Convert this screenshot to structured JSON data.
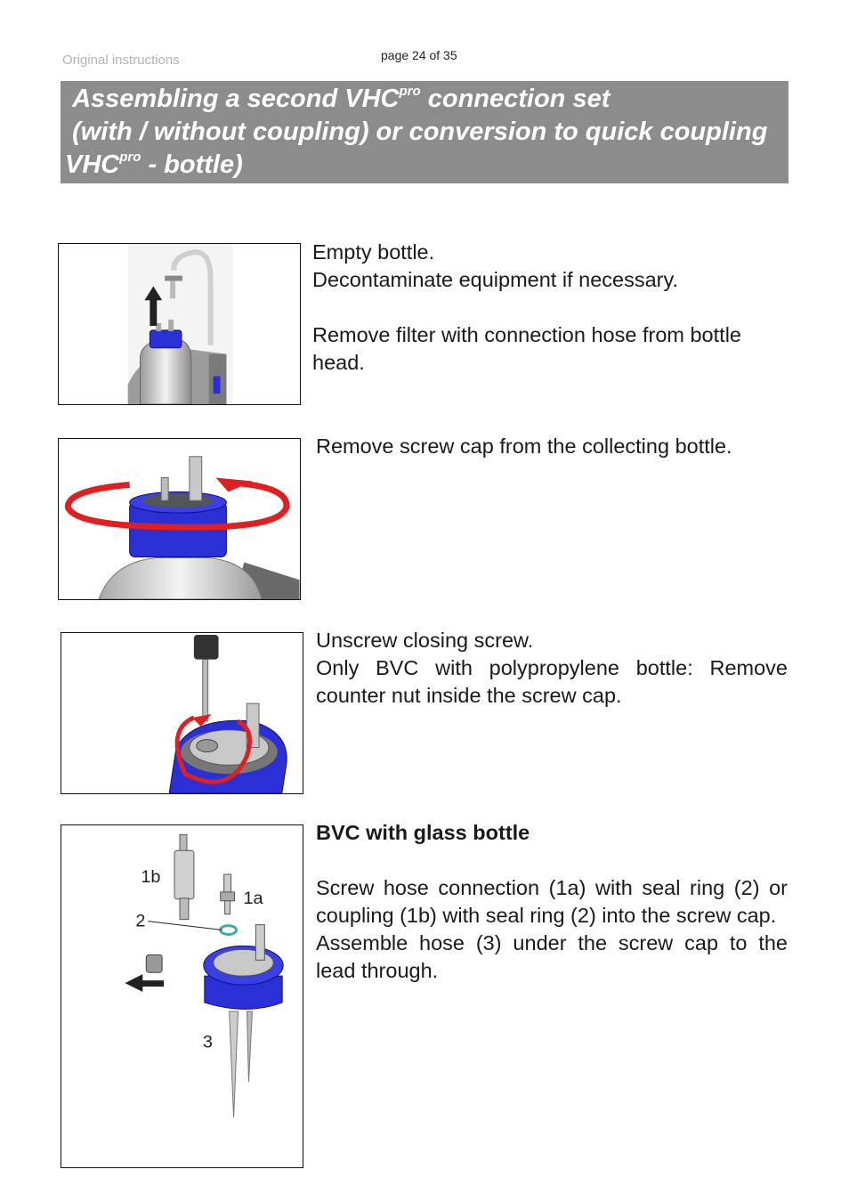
{
  "header": {
    "left_label": "Original instructions",
    "page_label": "page 24 of 35"
  },
  "title": {
    "line1_a": "Assembling a second VHC",
    "line1_sup": "pro",
    "line1_b": " connection set",
    "line2": "(with / without coupling) or conversion to quick coupling",
    "line3_a": "VHC",
    "line3_sup": "pro",
    "line3_b": " - bottle)"
  },
  "steps": [
    {
      "lines": [
        "Empty bottle.",
        "Decontaminate equipment if necessary."
      ],
      "para2": "Remove filter with connection hose from bottle head."
    },
    {
      "text": "Remove screw cap from the collecting bottle."
    },
    {
      "line1": "Unscrew closing screw.",
      "para": "Only BVC with polypropylene bottle: Remove counter nut inside the screw cap."
    },
    {
      "heading": "BVC with glass bottle",
      "para1": "Screw hose connection (1a) with seal ring (2) or coupling (1b) with seal ring (2) into the screw cap.",
      "para2": "Assemble hose (3) under the screw cap to the lead through.",
      "callouts": {
        "c1b": "1b",
        "c1a": "1a",
        "c2": "2",
        "c3": "3"
      }
    }
  ],
  "colors": {
    "title_bar": "#8c8c8c",
    "cap_blue": "#2a2fd6",
    "arrow_red": "#e02020"
  }
}
